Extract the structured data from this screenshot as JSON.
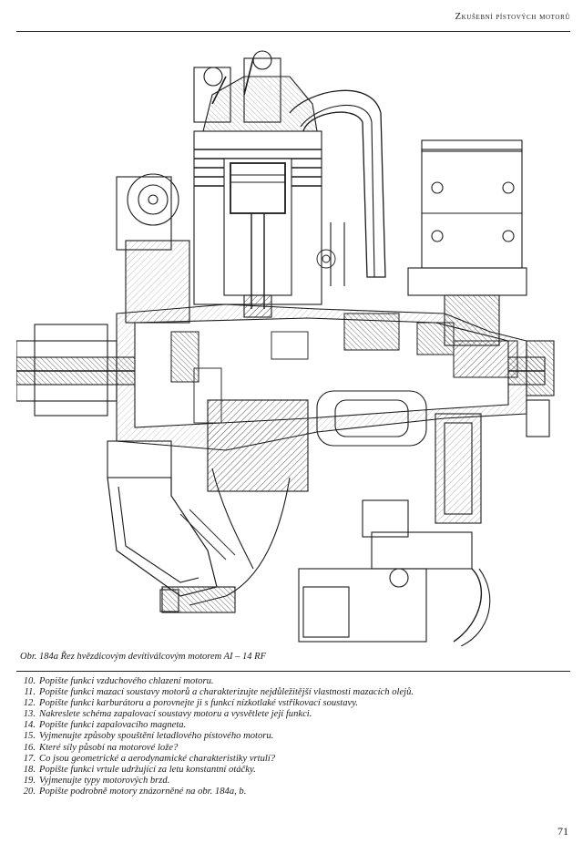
{
  "header": {
    "title": "Zkušební pístových motorů"
  },
  "figure": {
    "caption": "Obr. 184a Řez hvězdicovým devítiválcovým motorem AI – 14 RF"
  },
  "questions": [
    {
      "number": "10.",
      "text": "Popište funkci vzduchového chlazení motoru."
    },
    {
      "number": "11.",
      "text": "Popište funkci mazací soustavy motorů a charakterizujte nejdůležitější vlastnosti mazacích olejů."
    },
    {
      "number": "12.",
      "text": "Popište funkci karburátoru a porovnejte ji s funkcí nízkotlaké vstřikovací soustavy."
    },
    {
      "number": "13.",
      "text": "Nakreslete schéma zapalovací soustavy motoru a vysvětlete její funkci."
    },
    {
      "number": "14.",
      "text": "Popište funkci zapalovacího magneta."
    },
    {
      "number": "15.",
      "text": "Vyjmenujte způsoby spouštění letadlového pístového motoru."
    },
    {
      "number": "16.",
      "text": "Které síly působí na motorové lože?"
    },
    {
      "number": "17.",
      "text": "Co jsou geometrické a aerodynamické charakteristiky vrtulí?"
    },
    {
      "number": "18.",
      "text": "Popište funkci vrtule udržující za letu konstantní otáčky."
    },
    {
      "number": "19.",
      "text": "Vyjmenujte typy motorových brzd."
    },
    {
      "number": "20.",
      "text": "Popište podrobně motory znázorněné na obr. 184a, b."
    }
  ],
  "page_number": "71"
}
